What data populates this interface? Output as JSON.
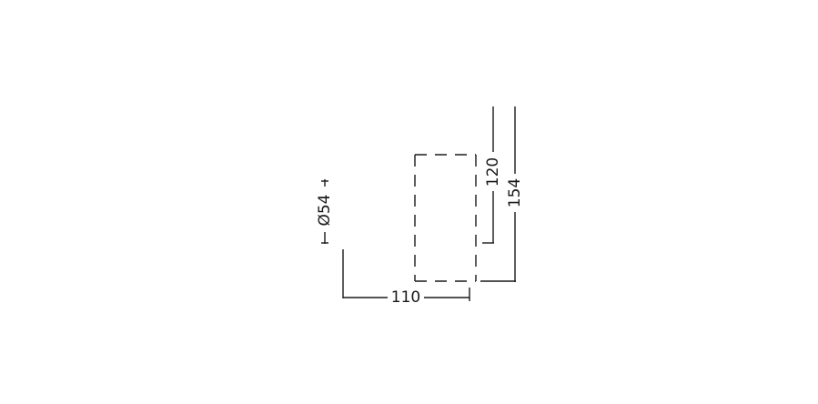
{
  "dimensions": {
    "diameter_label": "Ø54",
    "width_label": "110",
    "depth_label": "120",
    "height_label": "154"
  },
  "colors": {
    "line": "#1a1a1a",
    "background": "#ffffff"
  }
}
